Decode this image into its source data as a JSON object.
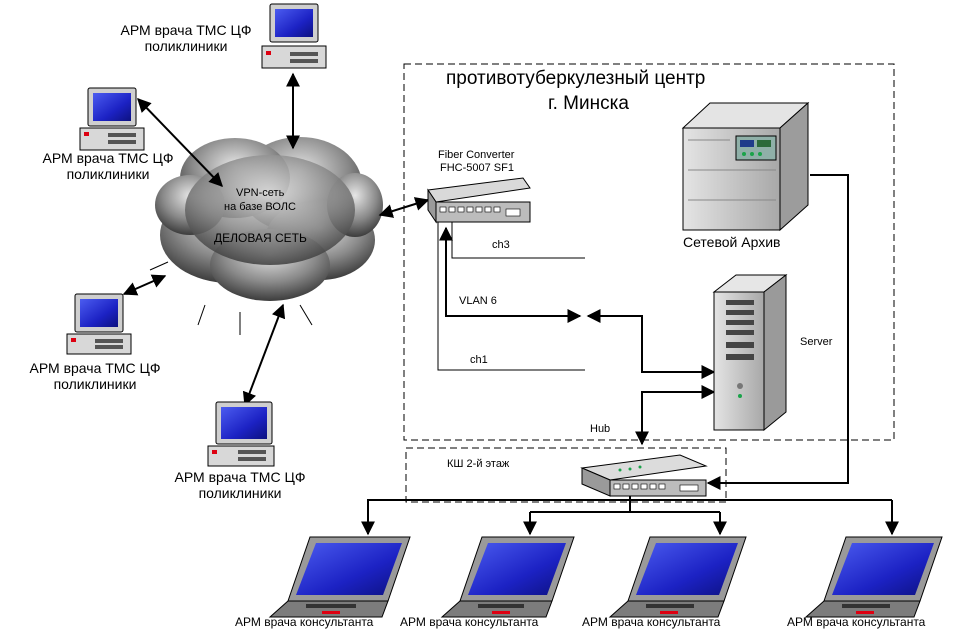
{
  "center": {
    "title_line1": "противотуберкулезный центр",
    "title_line2": "г. Минска"
  },
  "cloud": {
    "vpn_line1": "VPN-сеть",
    "vpn_line2": "на базе ВОЛС",
    "business": "ДЕЛОВАЯ СЕТЬ"
  },
  "converter": {
    "line1": "Fiber Converter",
    "line2": "FHC-5007 SF1"
  },
  "channels": {
    "ch3": "ch3",
    "vlan": "VLAN  6",
    "ch1": "ch1"
  },
  "devices": {
    "archive": "Сетевой Архив",
    "server": "Server",
    "hub": "Hub",
    "floor": "КШ 2-й этаж"
  },
  "workstations": {
    "line1": "АРМ врача ТМС ЦФ",
    "line2": "поликлиники"
  },
  "laptops": {
    "label": "АРМ врача консультанта"
  },
  "colors": {
    "screen": "#1a1acc",
    "cloud_dark": "#3a3a3a",
    "cloud_light": "#d8d8d8",
    "cabinet": "#cfcfcf"
  }
}
